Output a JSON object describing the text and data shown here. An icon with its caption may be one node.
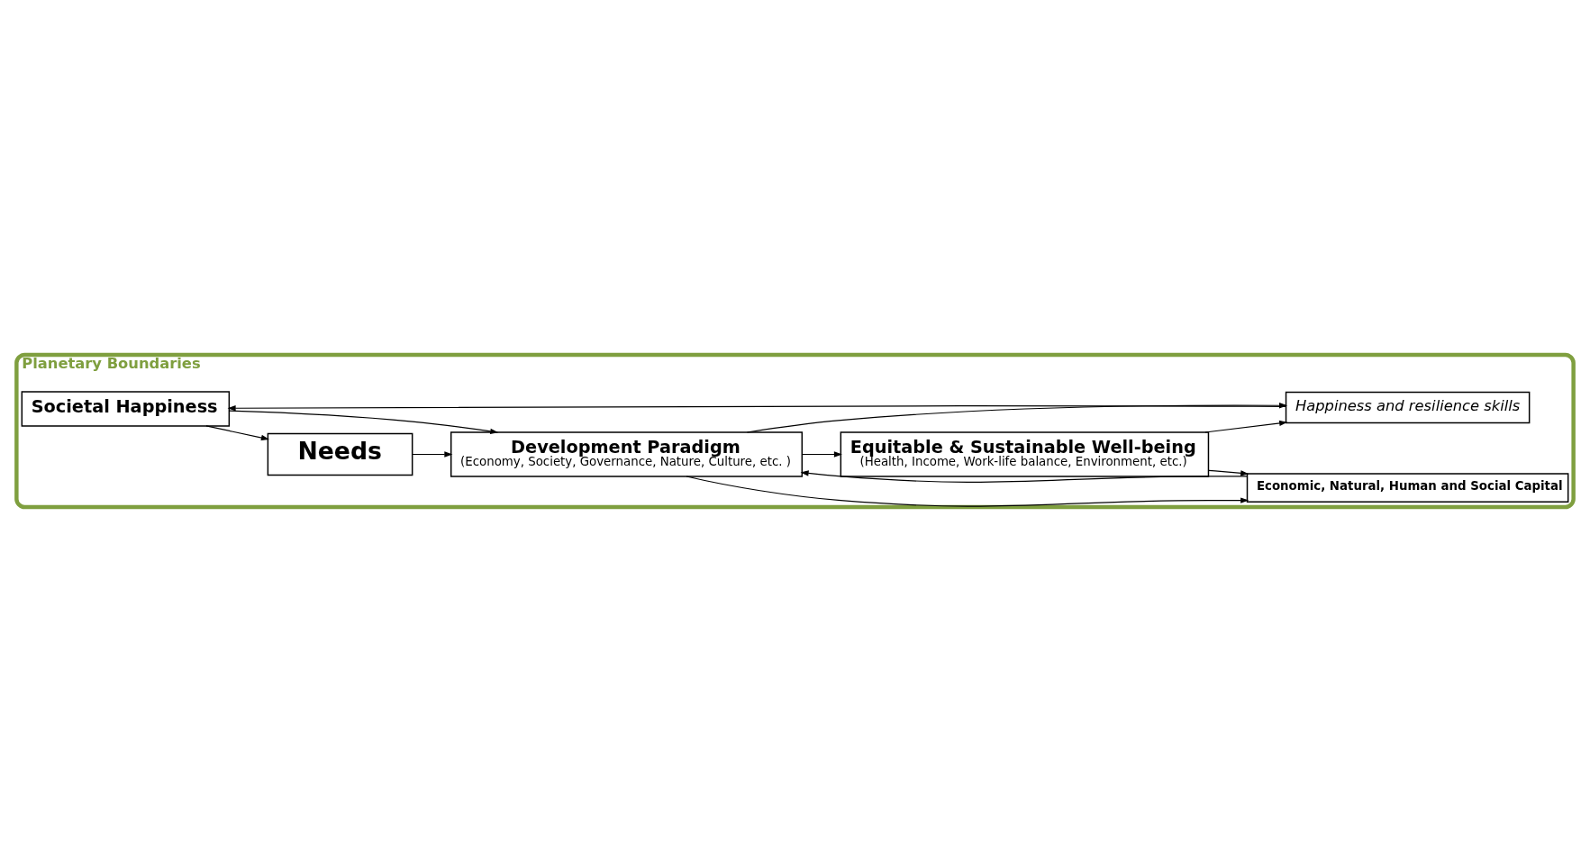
{
  "diagram": {
    "nodes": [
      {
        "text": [
          "Planetary Boundaries"
        ]
      },
      {
        "text": [
          "Societal Happiness"
        ],
        "in": 0
      },
      {
        "text": [
          "Happiness and resilience skills"
        ],
        "in": 0
      },
      {
        "text": [
          "Needs"
        ],
        "in": 0
      },
      {
        "text": [
          "Development Paradigm",
          "(Economy, Society, Governance, Nature, Culture, etc. )"
        ],
        "in": 0
      },
      {
        "text": [
          "Equitable & Sustainable Well-being",
          "(Health, Income, Work-life balance, Environment, etc.)"
        ],
        "in": 0
      },
      {
        "text": [
          "Economic, Natural, Human and Social Capital"
        ],
        "in": 0
      }
    ],
    "edges": [
      {
        "from": 1,
        "to": 3,
        "arrow": "to"
      },
      {
        "from": 1,
        "to": 4,
        "arrow": "to"
      },
      {
        "from": 4,
        "to": 2,
        "arrow": "to"
      },
      {
        "from": 3,
        "to": 4,
        "arrow": "to"
      },
      {
        "from": 4,
        "to": 5,
        "arrow": "to"
      },
      {
        "from": 5,
        "to": 2,
        "arrow": "to"
      },
      {
        "from": 2,
        "to": 1,
        "arrow": "to"
      },
      {
        "from": 4,
        "to": 6,
        "arrow": "to"
      },
      {
        "from": 6,
        "to": 4,
        "arrow": "to"
      },
      {
        "from": 5,
        "to": 6,
        "arrow": "to"
      }
    ]
  }
}
